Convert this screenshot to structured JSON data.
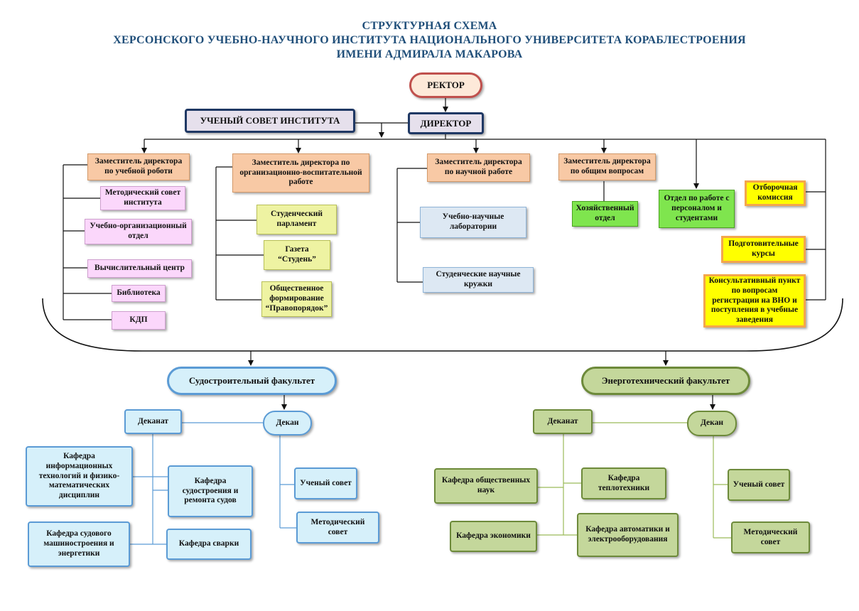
{
  "title": {
    "line1": "СТРУКТУРНАЯ СХЕМА",
    "line2": "ХЕРСОНСКОГО УЧЕБНО-НАУЧНОГО ИНСТИТУТА НАЦИОНАЛЬНОГО УНИВЕРСИТЕТА КОРАБЛЕСТРОЕНИЯ",
    "line3": "ИМЕНИ АДМИРАЛА МАКАРОВА"
  },
  "top": {
    "rektor": "РЕКТОР",
    "council": "УЧЕНЫЙ СОВЕТ ИНСТИТУТА",
    "director": "ДИРЕКТОР"
  },
  "deputies": {
    "study": "Заместитель директора по учебной роботи",
    "education": "Заместитель директора по организационно-воспитательной работе",
    "science": "Заместитель  директора по научной работе",
    "general": "Заместитель директора по общим вопросам"
  },
  "study_units": [
    "Методический совет института",
    "Учебно-организационный отдел",
    "Вычислительный центр",
    "Библиотека",
    "КДП"
  ],
  "education_units": [
    "Студенческий парламент",
    "Газета “Студень”",
    "Общественное формирование “Правопорядок”"
  ],
  "science_units": [
    "Учебно-научные лаборатории",
    "Студенческие научные кружки"
  ],
  "general_units": [
    "Хозяйственный отдел"
  ],
  "staff_dept": "Отдел по работе с персоналом и студентами",
  "right_units": [
    "Отборочная комиссия",
    "Подготовительные курсы",
    "Консультативный пункт по вопросам регистрации на ВНО и поступления в учебные заведения"
  ],
  "faculty1": {
    "name": "Судостроительный факультет",
    "deanery": "Деканат",
    "dean": "Декан",
    "departments": [
      "Кафедра информационных технологий и физико-математических дисциплин",
      "Кафедра судостроения и ремонта судов",
      "Кафедра судового машиностроения и энергетики",
      "Кафедра сварки"
    ],
    "councils": [
      "Ученый совет",
      "Методический совет"
    ]
  },
  "faculty2": {
    "name": "Энерготехнический факультет",
    "deanery": "Деканат",
    "dean": "Декан",
    "departments": [
      "Кафедра общественных наук",
      "Кафедра теплотехники",
      "Кафедра экономики",
      "Кафедра автоматики и электрооборудования"
    ],
    "councils": [
      "Ученый совет",
      "Методический совет"
    ]
  },
  "colors": {
    "title": "#1f4e79",
    "deputy": "#f8c9a5",
    "pink": "#fbd7fb",
    "yellow": "#eef3a2",
    "blue": "#dde8f3",
    "green": "#7fe54e",
    "orange_border": "#f4a64b",
    "faculty1": "#d6f0fa",
    "faculty2": "#c4d79b"
  }
}
